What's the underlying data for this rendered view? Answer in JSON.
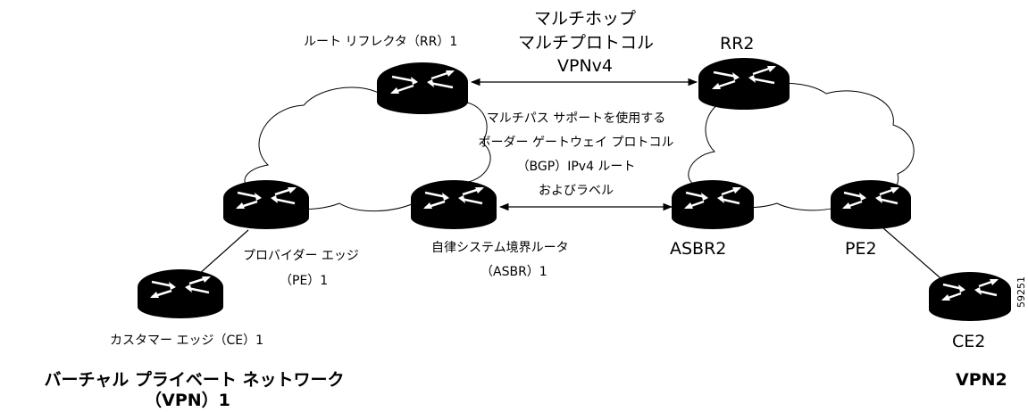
{
  "labels": {
    "multihop_1": "マルチホップ",
    "multihop_2": "マルチプロトコル",
    "multihop_3": "VPNv4",
    "rr1": "ルート リフレクタ（RR）1",
    "rr2": "RR2",
    "bgp_1": "マルチパス サポートを使用する",
    "bgp_2": "ボーダー ゲートウェイ プロトコル",
    "bgp_3": "（BGP）IPv4 ルート",
    "bgp_4": "およびラベル",
    "pe1_1": "プロバイダー エッジ",
    "pe1_2": "（PE）1",
    "asbr1_1": "自律システム境界ルータ",
    "asbr1_2": "（ASBR）1",
    "asbr2": "ASBR2",
    "pe2": "PE2",
    "ce1": "カスタマー エッジ（CE）1",
    "ce2": "CE2",
    "vpn1_1": "バーチャル プライベート ネットワーク",
    "vpn1_2": "（VPN）1",
    "vpn2": "VPN2",
    "figure_id": "59251"
  },
  "icons": [
    "router-icon",
    "cloud-icon",
    "double-arrow-icon"
  ]
}
